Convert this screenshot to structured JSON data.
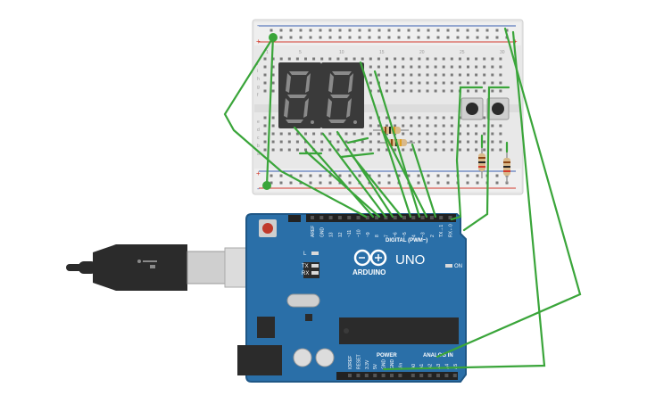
{
  "breadboard": {
    "rail_plus": "+",
    "rail_minus": "-",
    "column_numbers": [
      "1",
      "5",
      "10",
      "15",
      "20",
      "25",
      "30"
    ],
    "row_letters_top": [
      "j",
      "i",
      "h",
      "g",
      "f"
    ],
    "row_letters_bottom": [
      "e",
      "d",
      "c",
      "b",
      "a"
    ]
  },
  "arduino": {
    "brand": "ARDUINO",
    "model": "UNO",
    "digital_label": "DIGITAL (PWM~)",
    "power_label": "POWER",
    "analog_label": "ANALOG IN",
    "on_label": "ON",
    "l_label": "L",
    "tx_label": "TX",
    "rx_label": "RX",
    "aref_label": "AREF",
    "gnd_label": "GND",
    "digital_pins": [
      "13",
      "12",
      "~11",
      "~10",
      "~9",
      "8",
      "7",
      "~6",
      "~5",
      "4",
      "~3",
      "2",
      "TX→1",
      "RX←0"
    ],
    "power_pins": [
      "IOREF",
      "RESET",
      "3.3V",
      "5V",
      "GND",
      "GND",
      "Vin"
    ],
    "analog_pins": [
      "A0",
      "A1",
      "A2",
      "A3",
      "A4",
      "A5"
    ]
  },
  "colors": {
    "board": "#2a6fa8",
    "board_edge": "#1f5786",
    "wire": "#3aa53a",
    "breadboard": "#e9e9e9",
    "rail_red": "#d33a2c",
    "rail_blue": "#3a5fb0",
    "display_body": "#3a3a3a",
    "segment_on": "#8a8a8a"
  },
  "icons": {
    "usb_plug": "usb-cable-icon",
    "arduino_logo": "infinity-logo-icon"
  }
}
